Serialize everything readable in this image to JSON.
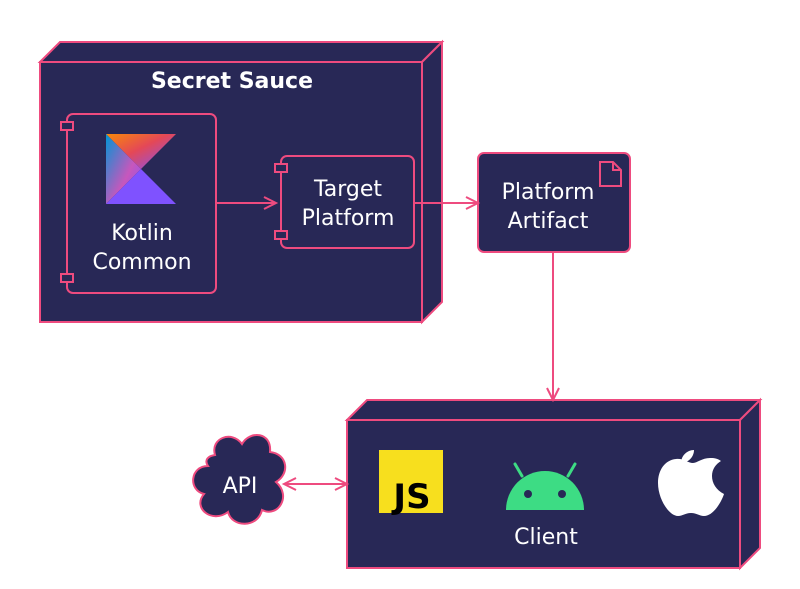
{
  "colors": {
    "node_fill": "#282856",
    "stroke": "#ee4b7f",
    "text": "#ffffff",
    "js_yellow": "#f7df1e",
    "android_green": "#3ddc84"
  },
  "nodes": {
    "secret_sauce": {
      "title": "Secret Sauce"
    },
    "kotlin_common": {
      "line1": "Kotlin",
      "line2": "Common",
      "icon": "kotlin-logo-icon"
    },
    "target_platform": {
      "line1": "Target",
      "line2": "Platform"
    },
    "platform_artifact": {
      "line1": "Platform",
      "line2": "Artifact",
      "icon": "document-icon"
    },
    "api": {
      "label": "API"
    },
    "client": {
      "label": "Client",
      "icons": {
        "js": "javascript-logo-icon",
        "js_text": "JS",
        "android": "android-logo-icon",
        "apple": "apple-logo-icon"
      }
    }
  },
  "edges": [
    {
      "from": "kotlin_common",
      "to": "target_platform"
    },
    {
      "from": "target_platform",
      "to": "platform_artifact"
    },
    {
      "from": "platform_artifact",
      "to": "client"
    },
    {
      "from": "api",
      "to": "client",
      "bidirectional": true
    }
  ]
}
